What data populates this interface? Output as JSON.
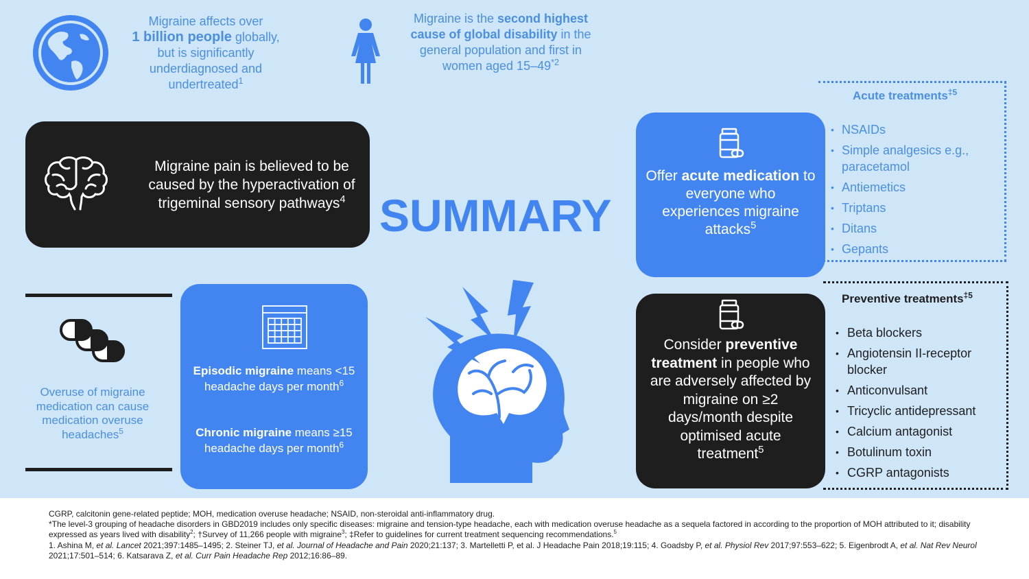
{
  "stats": {
    "globe": {
      "line1": "Migraine affects over",
      "bold": "1 billion people",
      "rest1": " globally,",
      "line3": "but is significantly",
      "line4": "underdiagnosed and",
      "line5": "undertreated",
      "ref": "1"
    },
    "woman": {
      "pre": "Migraine is the ",
      "bold": "second highest cause of global disability",
      "post": " in the general population and first in women aged 15–49",
      "ref": "*2"
    }
  },
  "summary_title": "SUMMARY",
  "pathway": {
    "text": "Migraine pain is believed to be caused by the hyperactivation of trigeminal sensory pathways",
    "ref": "4"
  },
  "acute_offer": {
    "pre": "Offer ",
    "bold": "acute medication",
    "post": " to everyone who experiences migraine attacks",
    "ref": "5"
  },
  "preventive_consider": {
    "pre": "Consider ",
    "bold": "preventive treatment",
    "post": " in people who are adversely affected by migraine on ≥2 days/month despite optimised acute treatment",
    "ref": "5"
  },
  "acute_treatments": {
    "heading": "Acute treatments",
    "ref": "‡5",
    "items": [
      "NSAIDs",
      "Simple analgesics e.g., paracetamol",
      "Antiemetics",
      "Triptans",
      "Ditans",
      "Gepants"
    ]
  },
  "preventive_treatments": {
    "heading": "Preventive treatments",
    "ref": "‡5",
    "items": [
      "Beta blockers",
      "Angiotensin II-receptor blocker",
      "Anticonvulsant",
      "Tricyclic antidepressant",
      "Calcium antagonist",
      "Botulinum toxin",
      "CGRP antagonists"
    ]
  },
  "overuse": {
    "text": "Overuse of migraine medication can cause medication overuse headaches",
    "ref": "5"
  },
  "definitions": {
    "episodic_bold": "Episodic migraine",
    "episodic_rest": " means <15 headache days per month",
    "episodic_ref": "6",
    "chronic_bold": "Chronic migraine",
    "chronic_rest": " means ≥15 headache days per month",
    "chronic_ref": "6"
  },
  "footer": {
    "abbrev": "CGRP, calcitonin gene-related peptide; MOH, medication overuse headache; NSAID, non-steroidal anti-inflammatory drug.",
    "note_a": "*The level-3 grouping of headache disorders in GBD2019 includes only specific diseases: migraine and tension-type headache, each with medication overuse headache as a sequela factored in according to the proportion of MOH attributed to it; disability expressed as years lived with disability",
    "note_a_ref": "2",
    "note_b": "; †Survey of 11,266 people with migraine",
    "note_b_ref": "3",
    "note_c": "; ‡Refer to guidelines for current treatment sequencing recommendations.",
    "note_c_ref": "5",
    "refs_1": "1. Ashina M, ",
    "refs_1i": "et al. Lancet",
    "refs_2": " 2021;397:1485–1495; 2. Steiner TJ, ",
    "refs_2i": "et al. Journal of Headache and Pain",
    "refs_3": " 2020;21:137; 3. Martelletti P, et al. J Headache Pain 2018;19:115; 4. Goadsby P, ",
    "refs_3i": "et al. Physiol Rev",
    "refs_4": " 2017;97:553–622; 5. Eigenbrodt A, ",
    "refs_4i": "et al. Nat Rev Neurol",
    "refs_5": " 2021;17:501–514; 6. Katsarava Z, ",
    "refs_5i": "et al. Curr Pain Headache Rep",
    "refs_6": " 2012;16:86–89."
  },
  "colors": {
    "panel": "#cfe6f9",
    "accent_blue": "#4285f0",
    "light_text": "#4a8fe0",
    "dark": "#1e1e1e"
  },
  "icons": [
    "globe-icon",
    "woman-icon",
    "brain-icon",
    "pill-bottle-icon",
    "capsules-icon",
    "calendar-icon",
    "headache-head-icon"
  ]
}
